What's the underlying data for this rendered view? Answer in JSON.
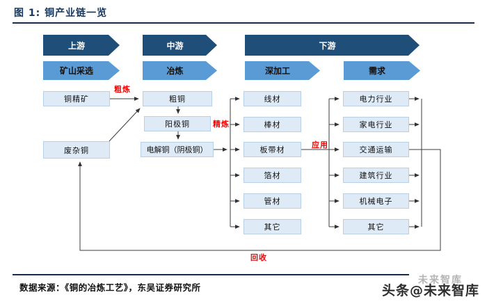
{
  "title": "图 1:  铜产业链一览",
  "stages": {
    "upstream": "上游",
    "midstream": "中游",
    "downstream": "下游",
    "mining": "矿山采选",
    "smelting": "冶炼",
    "deep_processing": "深加工",
    "demand": "需求"
  },
  "nodes": {
    "copper_concentrate": "铜精矿",
    "scrap_copper": "废杂铜",
    "blister_copper": "粗铜",
    "anode_copper": "阳极铜",
    "electrolytic_copper": "电解铜（阴极铜）",
    "products": [
      "线材",
      "棒材",
      "板带材",
      "箔材",
      "管材",
      "其它"
    ],
    "industries": [
      "电力行业",
      "家电行业",
      "交通运输",
      "建筑行业",
      "机械电子",
      "其它"
    ]
  },
  "flow_labels": {
    "rough_smelting": "粗炼",
    "refining": "精炼",
    "application": "应用",
    "recycling": "回收"
  },
  "footer": {
    "source": "数据来源：《铜的冶炼工艺》，东吴证券研究所",
    "watermark": "未来智库",
    "logo": "头条@未来智库"
  },
  "colors": {
    "dark_arrow": "#1F4E79",
    "light_arrow": "#5B9BD5",
    "node_fill": "#DEEAF6",
    "node_border": "#B8CFE8",
    "accent_red": "#FF0000",
    "title_navy": "#17375E"
  }
}
